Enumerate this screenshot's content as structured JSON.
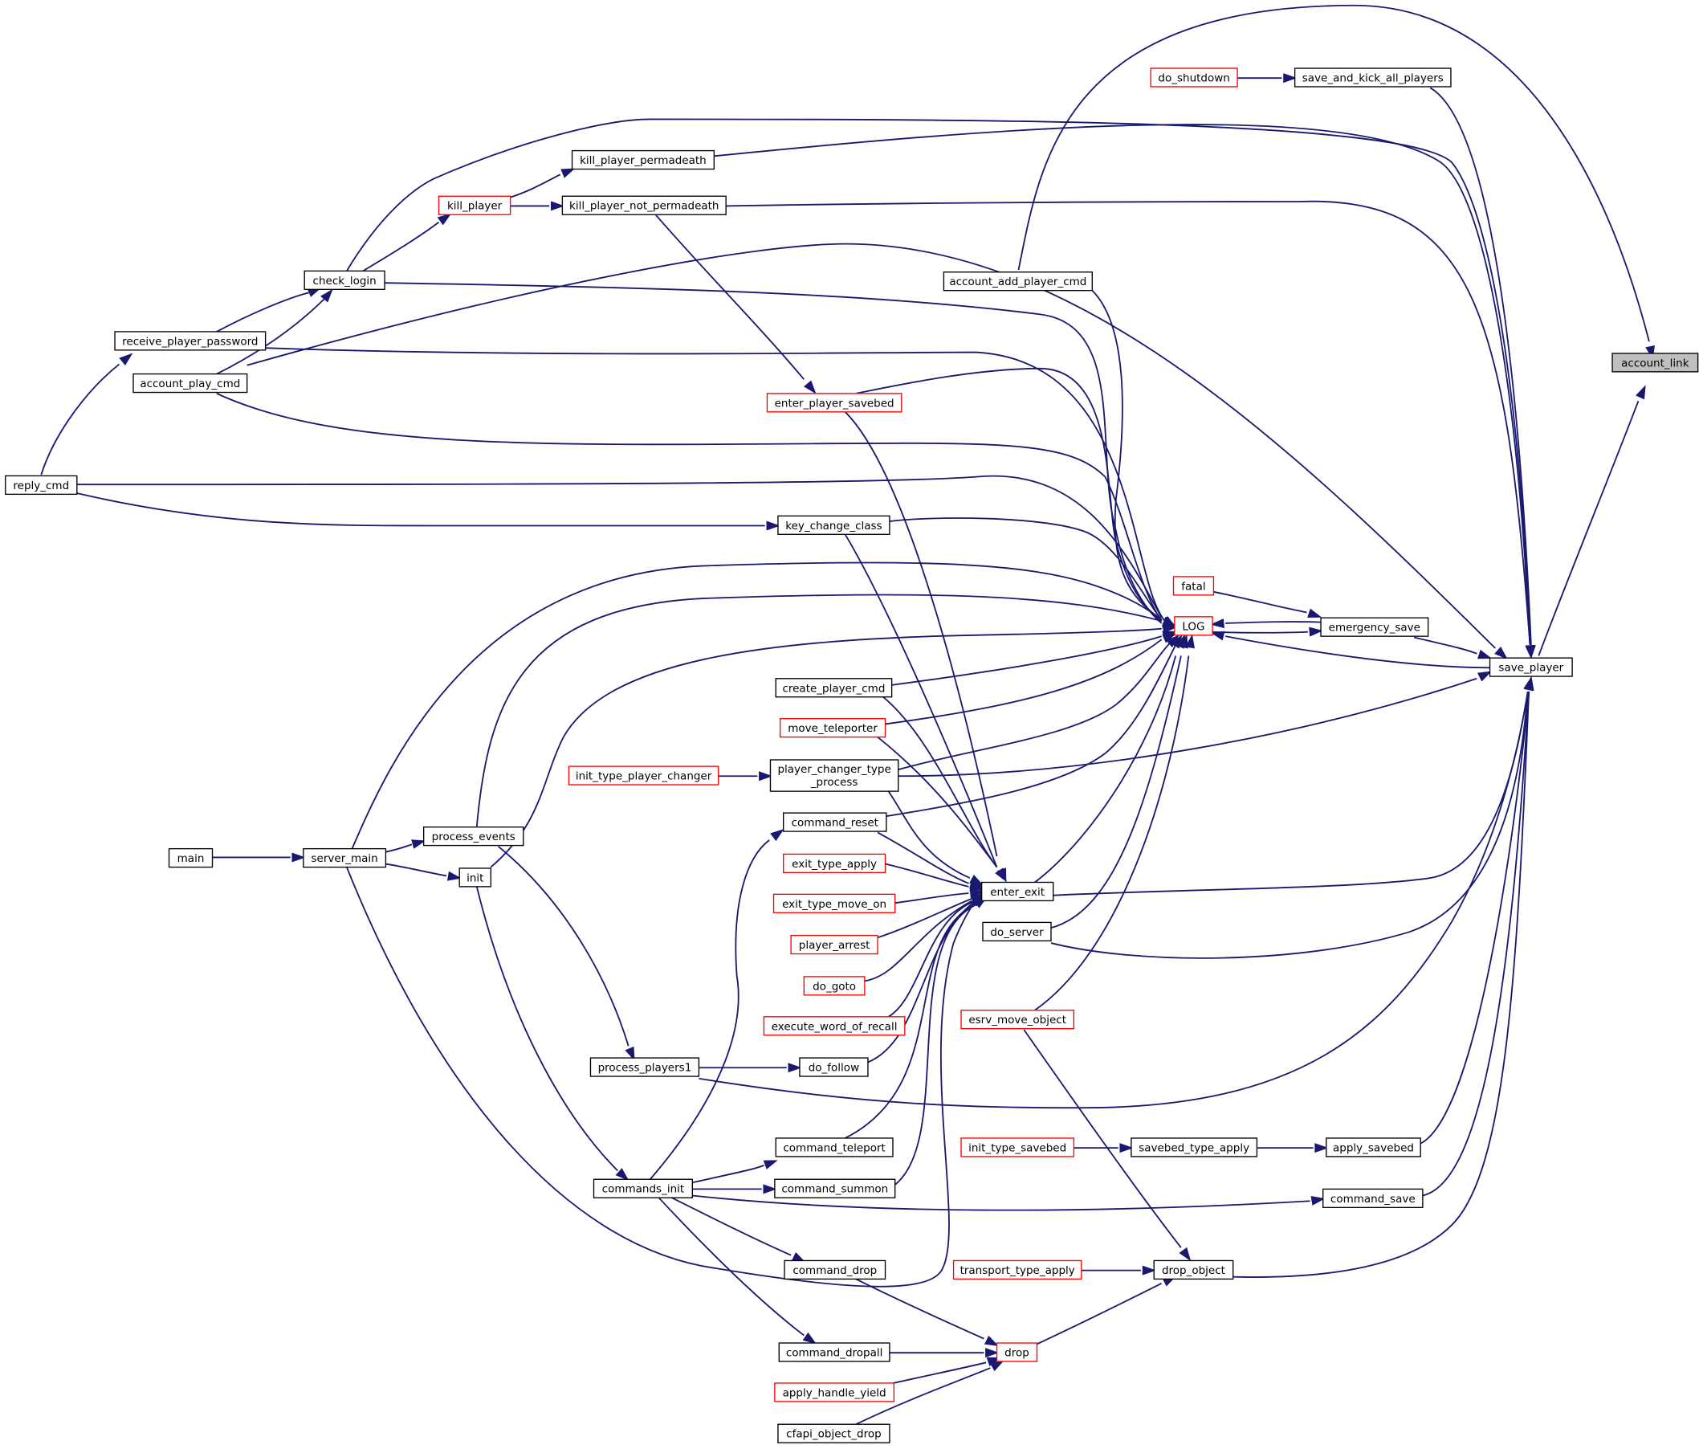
{
  "colors": {
    "edge": "#191970",
    "node_border": "#000000",
    "node_border_incomplete": "#ff0000",
    "highlight_fill": "#bfbfbf"
  },
  "nodes": [
    {
      "id": "account_link",
      "label": "account_link",
      "highlighted": true,
      "red": false
    },
    {
      "id": "do_shutdown",
      "label": "do_shutdown",
      "red": true
    },
    {
      "id": "save_and_kick_all_players",
      "label": "save_and_kick_all_players",
      "red": false
    },
    {
      "id": "kill_player_permadeath",
      "label": "kill_player_permadeath",
      "red": false
    },
    {
      "id": "kill_player",
      "label": "kill_player",
      "red": true
    },
    {
      "id": "kill_player_not_permadeath",
      "label": "kill_player_not_permadeath",
      "red": false
    },
    {
      "id": "check_login",
      "label": "check_login",
      "red": false
    },
    {
      "id": "account_add_player_cmd",
      "label": "account_add_player_cmd",
      "red": false
    },
    {
      "id": "receive_player_password",
      "label": "receive_player_password",
      "red": false
    },
    {
      "id": "account_play_cmd",
      "label": "account_play_cmd",
      "red": false
    },
    {
      "id": "enter_player_savebed",
      "label": "enter_player_savebed",
      "red": true
    },
    {
      "id": "reply_cmd",
      "label": "reply_cmd",
      "red": false
    },
    {
      "id": "key_change_class",
      "label": "key_change_class",
      "red": false
    },
    {
      "id": "fatal",
      "label": "fatal",
      "red": true
    },
    {
      "id": "LOG",
      "label": "LOG",
      "red": true
    },
    {
      "id": "emergency_save",
      "label": "emergency_save",
      "red": false
    },
    {
      "id": "save_player",
      "label": "save_player",
      "red": false
    },
    {
      "id": "create_player_cmd",
      "label": "create_player_cmd",
      "red": false
    },
    {
      "id": "move_teleporter",
      "label": "move_teleporter",
      "red": true
    },
    {
      "id": "init_type_player_changer",
      "label": "init_type_player_changer",
      "red": true
    },
    {
      "id": "player_changer_type_process",
      "label": "player_changer_type\n_process",
      "red": false
    },
    {
      "id": "command_reset",
      "label": "command_reset",
      "red": false
    },
    {
      "id": "main",
      "label": "main",
      "red": false
    },
    {
      "id": "server_main",
      "label": "server_main",
      "red": false
    },
    {
      "id": "process_events",
      "label": "process_events",
      "red": false
    },
    {
      "id": "init",
      "label": "init",
      "red": false
    },
    {
      "id": "exit_type_apply",
      "label": "exit_type_apply",
      "red": true
    },
    {
      "id": "enter_exit",
      "label": "enter_exit",
      "red": false
    },
    {
      "id": "exit_type_move_on",
      "label": "exit_type_move_on",
      "red": true
    },
    {
      "id": "do_server",
      "label": "do_server",
      "red": false
    },
    {
      "id": "player_arrest",
      "label": "player_arrest",
      "red": true
    },
    {
      "id": "do_goto",
      "label": "do_goto",
      "red": true
    },
    {
      "id": "execute_word_of_recall",
      "label": "execute_word_of_recall",
      "red": true
    },
    {
      "id": "esrv_move_object",
      "label": "esrv_move_object",
      "red": true
    },
    {
      "id": "process_players1",
      "label": "process_players1",
      "red": false
    },
    {
      "id": "do_follow",
      "label": "do_follow",
      "red": false
    },
    {
      "id": "command_teleport",
      "label": "command_teleport",
      "red": false
    },
    {
      "id": "init_type_savebed",
      "label": "init_type_savebed",
      "red": true
    },
    {
      "id": "savebed_type_apply",
      "label": "savebed_type_apply",
      "red": false
    },
    {
      "id": "apply_savebed",
      "label": "apply_savebed",
      "red": false
    },
    {
      "id": "commands_init",
      "label": "commands_init",
      "red": false
    },
    {
      "id": "command_summon",
      "label": "command_summon",
      "red": false
    },
    {
      "id": "command_save",
      "label": "command_save",
      "red": false
    },
    {
      "id": "command_drop",
      "label": "command_drop",
      "red": false
    },
    {
      "id": "transport_type_apply",
      "label": "transport_type_apply",
      "red": true
    },
    {
      "id": "drop_object",
      "label": "drop_object",
      "red": false
    },
    {
      "id": "command_dropall",
      "label": "command_dropall",
      "red": false
    },
    {
      "id": "drop",
      "label": "drop",
      "red": true
    },
    {
      "id": "apply_handle_yield",
      "label": "apply_handle_yield",
      "red": true
    },
    {
      "id": "cfapi_object_drop",
      "label": "cfapi_object_drop",
      "red": false
    }
  ],
  "edges": [
    {
      "from": "save_player",
      "to": "account_link"
    },
    {
      "from": "account_add_player_cmd",
      "to": "account_link"
    },
    {
      "from": "do_shutdown",
      "to": "save_and_kick_all_players"
    },
    {
      "from": "save_and_kick_all_players",
      "to": "save_player"
    },
    {
      "from": "kill_player_permadeath",
      "to": "save_player"
    },
    {
      "from": "kill_player_not_permadeath",
      "to": "save_player"
    },
    {
      "from": "kill_player",
      "to": "kill_player_permadeath"
    },
    {
      "from": "kill_player",
      "to": "kill_player_not_permadeath"
    },
    {
      "from": "check_login",
      "to": "kill_player"
    },
    {
      "from": "check_login",
      "to": "save_player"
    },
    {
      "from": "check_login",
      "to": "LOG"
    },
    {
      "from": "receive_player_password",
      "to": "check_login"
    },
    {
      "from": "account_play_cmd",
      "to": "check_login"
    },
    {
      "from": "reply_cmd",
      "to": "receive_player_password"
    },
    {
      "from": "account_play_cmd",
      "to": "save_player"
    },
    {
      "from": "account_play_cmd",
      "to": "LOG"
    },
    {
      "from": "receive_player_password",
      "to": "LOG"
    },
    {
      "from": "account_add_player_cmd",
      "to": "LOG"
    },
    {
      "from": "kill_player_not_permadeath",
      "to": "enter_player_savebed"
    },
    {
      "from": "enter_player_savebed",
      "to": "LOG"
    },
    {
      "from": "enter_player_savebed",
      "to": "enter_exit"
    },
    {
      "from": "reply_cmd",
      "to": "LOG"
    },
    {
      "from": "reply_cmd",
      "to": "key_change_class"
    },
    {
      "from": "key_change_class",
      "to": "LOG"
    },
    {
      "from": "key_change_class",
      "to": "enter_exit"
    },
    {
      "from": "fatal",
      "to": "emergency_save"
    },
    {
      "from": "emergency_save",
      "to": "LOG"
    },
    {
      "from": "LOG",
      "to": "emergency_save"
    },
    {
      "from": "emergency_save",
      "to": "save_player"
    },
    {
      "from": "save_player",
      "to": "LOG"
    },
    {
      "from": "server_main",
      "to": "LOG"
    },
    {
      "from": "process_events",
      "to": "LOG"
    },
    {
      "from": "init",
      "to": "LOG"
    },
    {
      "from": "create_player_cmd",
      "to": "LOG"
    },
    {
      "from": "create_player_cmd",
      "to": "enter_exit"
    },
    {
      "from": "move_teleporter",
      "to": "LOG"
    },
    {
      "from": "move_teleporter",
      "to": "enter_exit"
    },
    {
      "from": "init_type_player_changer",
      "to": "player_changer_type_process"
    },
    {
      "from": "player_changer_type_process",
      "to": "LOG"
    },
    {
      "from": "player_changer_type_process",
      "to": "save_player"
    },
    {
      "from": "player_changer_type_process",
      "to": "enter_exit"
    },
    {
      "from": "command_reset",
      "to": "LOG"
    },
    {
      "from": "command_reset",
      "to": "enter_exit"
    },
    {
      "from": "main",
      "to": "server_main"
    },
    {
      "from": "server_main",
      "to": "process_events"
    },
    {
      "from": "server_main",
      "to": "init"
    },
    {
      "from": "server_main",
      "to": "drop"
    },
    {
      "from": "process_events",
      "to": "process_players1"
    },
    {
      "from": "init",
      "to": "commands_init"
    },
    {
      "from": "exit_type_apply",
      "to": "enter_exit"
    },
    {
      "from": "exit_type_move_on",
      "to": "enter_exit"
    },
    {
      "from": "player_arrest",
      "to": "enter_exit"
    },
    {
      "from": "do_goto",
      "to": "enter_exit"
    },
    {
      "from": "execute_word_of_recall",
      "to": "enter_exit"
    },
    {
      "from": "do_follow",
      "to": "enter_exit"
    },
    {
      "from": "command_teleport",
      "to": "enter_exit"
    },
    {
      "from": "command_summon",
      "to": "enter_exit"
    },
    {
      "from": "enter_exit",
      "to": "LOG"
    },
    {
      "from": "enter_exit",
      "to": "save_player"
    },
    {
      "from": "do_server",
      "to": "LOG"
    },
    {
      "from": "do_server",
      "to": "save_player"
    },
    {
      "from": "esrv_move_object",
      "to": "LOG"
    },
    {
      "from": "esrv_move_object",
      "to": "drop_object"
    },
    {
      "from": "process_players1",
      "to": "do_follow"
    },
    {
      "from": "process_players1",
      "to": "save_player"
    },
    {
      "from": "commands_init",
      "to": "command_reset"
    },
    {
      "from": "commands_init",
      "to": "command_teleport"
    },
    {
      "from": "commands_init",
      "to": "command_summon"
    },
    {
      "from": "commands_init",
      "to": "command_save"
    },
    {
      "from": "commands_init",
      "to": "command_drop"
    },
    {
      "from": "commands_init",
      "to": "command_dropall"
    },
    {
      "from": "command_save",
      "to": "save_player"
    },
    {
      "from": "init_type_savebed",
      "to": "savebed_type_apply"
    },
    {
      "from": "savebed_type_apply",
      "to": "apply_savebed"
    },
    {
      "from": "apply_savebed",
      "to": "save_player"
    },
    {
      "from": "transport_type_apply",
      "to": "drop_object"
    },
    {
      "from": "drop_object",
      "to": "save_player"
    },
    {
      "from": "command_drop",
      "to": "drop"
    },
    {
      "from": "command_dropall",
      "to": "drop"
    },
    {
      "from": "apply_handle_yield",
      "to": "drop"
    },
    {
      "from": "cfapi_object_drop",
      "to": "drop"
    },
    {
      "from": "drop",
      "to": "drop_object"
    }
  ]
}
